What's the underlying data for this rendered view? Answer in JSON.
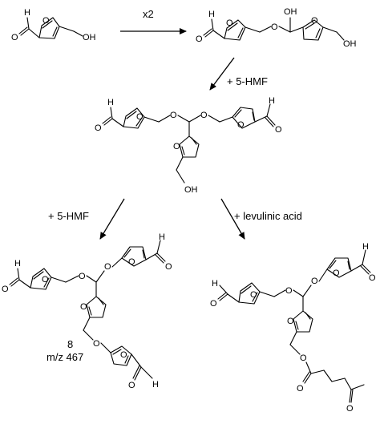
{
  "arrows": {
    "step1": "x2",
    "step2": "+ 5-HMF",
    "step3_left": "+ 5-HMF",
    "step3_right": "+ levulinic acid"
  },
  "compound8": {
    "number": "8",
    "mass": "m/z 467"
  },
  "atoms": {
    "O": "O",
    "H": "H",
    "OH": "OH"
  }
}
